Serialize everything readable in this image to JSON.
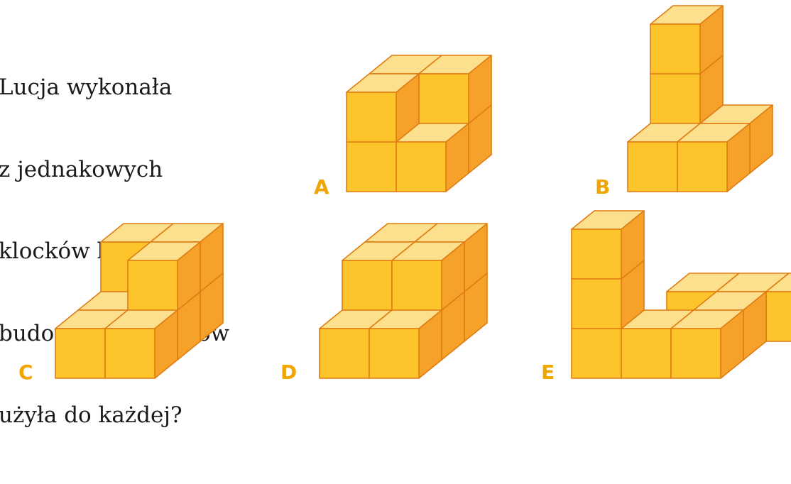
{
  "task": {
    "lines": [
      "Lucja wykonała",
      "z jednakowych",
      "klocków kilka",
      "budowli. Ilu klocków",
      "użyła do każdej?"
    ]
  },
  "figures": [
    {
      "label": "A"
    },
    {
      "label": "B"
    },
    {
      "label": "C"
    },
    {
      "label": "D"
    },
    {
      "label": "E"
    }
  ],
  "colors": {
    "front": "#fdc42c",
    "top": "#fde08e",
    "side": "#f5a12a",
    "edge": "#e07d12",
    "label": "#f0a500",
    "text": "#1a1a1a"
  }
}
